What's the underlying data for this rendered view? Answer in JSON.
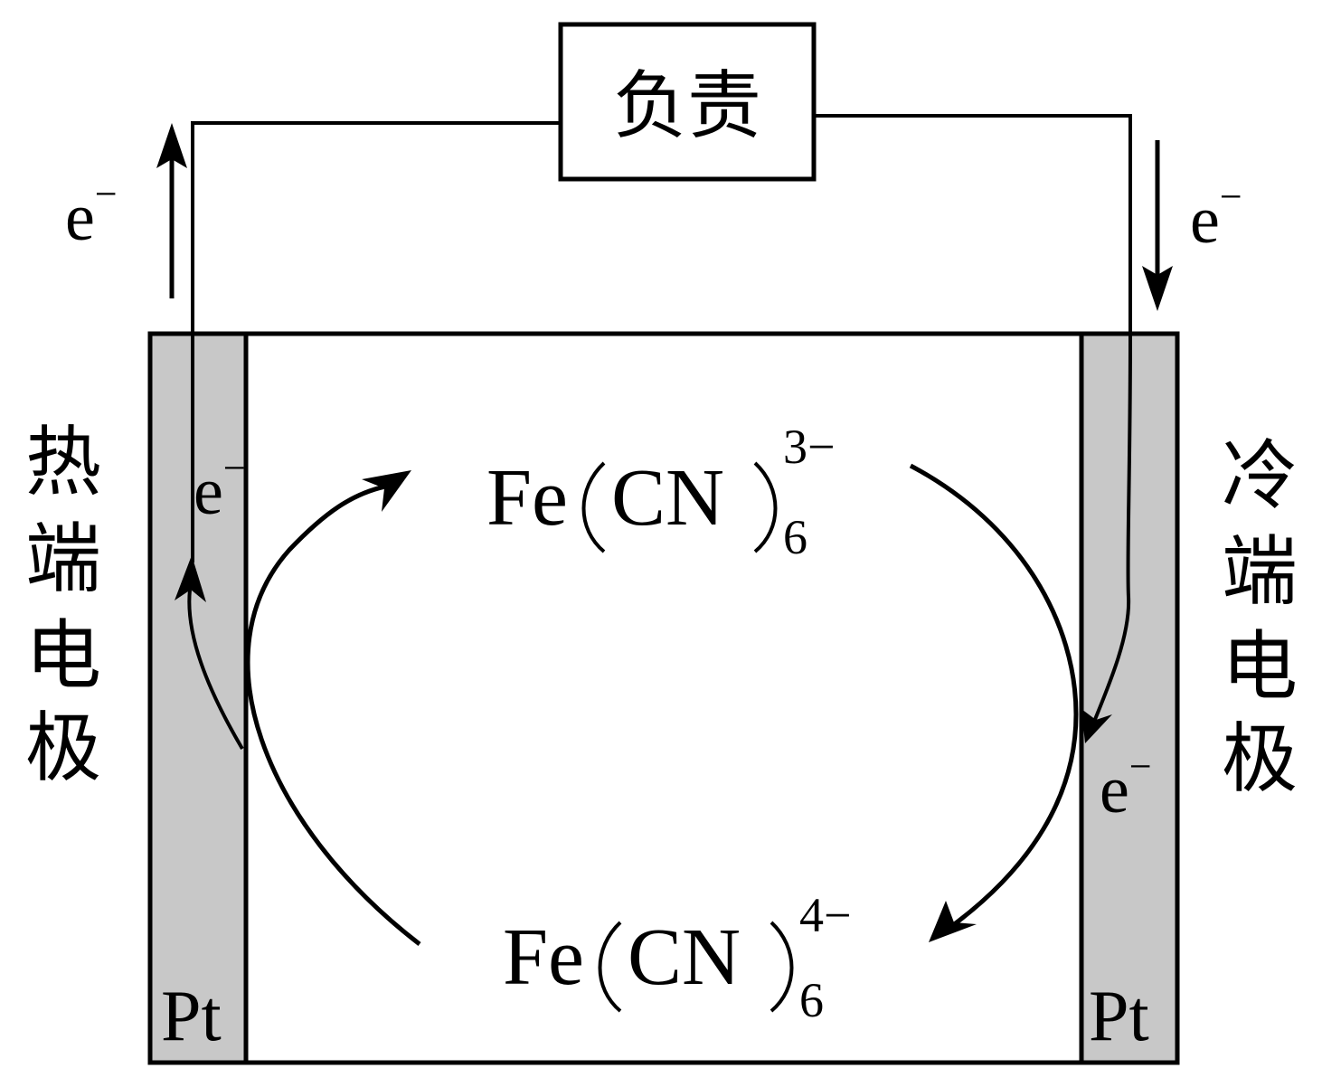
{
  "load_label": "负责",
  "hot_electrode_label": [
    "热",
    "端",
    "电",
    "极"
  ],
  "cold_electrode_label": [
    "冷",
    "端",
    "电",
    "极"
  ],
  "electrode_material_left": "Pt",
  "electrode_material_right": "Pt",
  "electron": {
    "base": "e",
    "charge": "−"
  },
  "species_top": {
    "prefix": "Fe",
    "ligand": "CN",
    "subscript": "6",
    "charge": "3−"
  },
  "species_bottom": {
    "prefix": "Fe",
    "ligand": "CN",
    "subscript": "6",
    "charge": "4−"
  },
  "colors": {
    "electrode_fill": "#c8c8c8",
    "line": "#000000",
    "background": "#ffffff"
  }
}
